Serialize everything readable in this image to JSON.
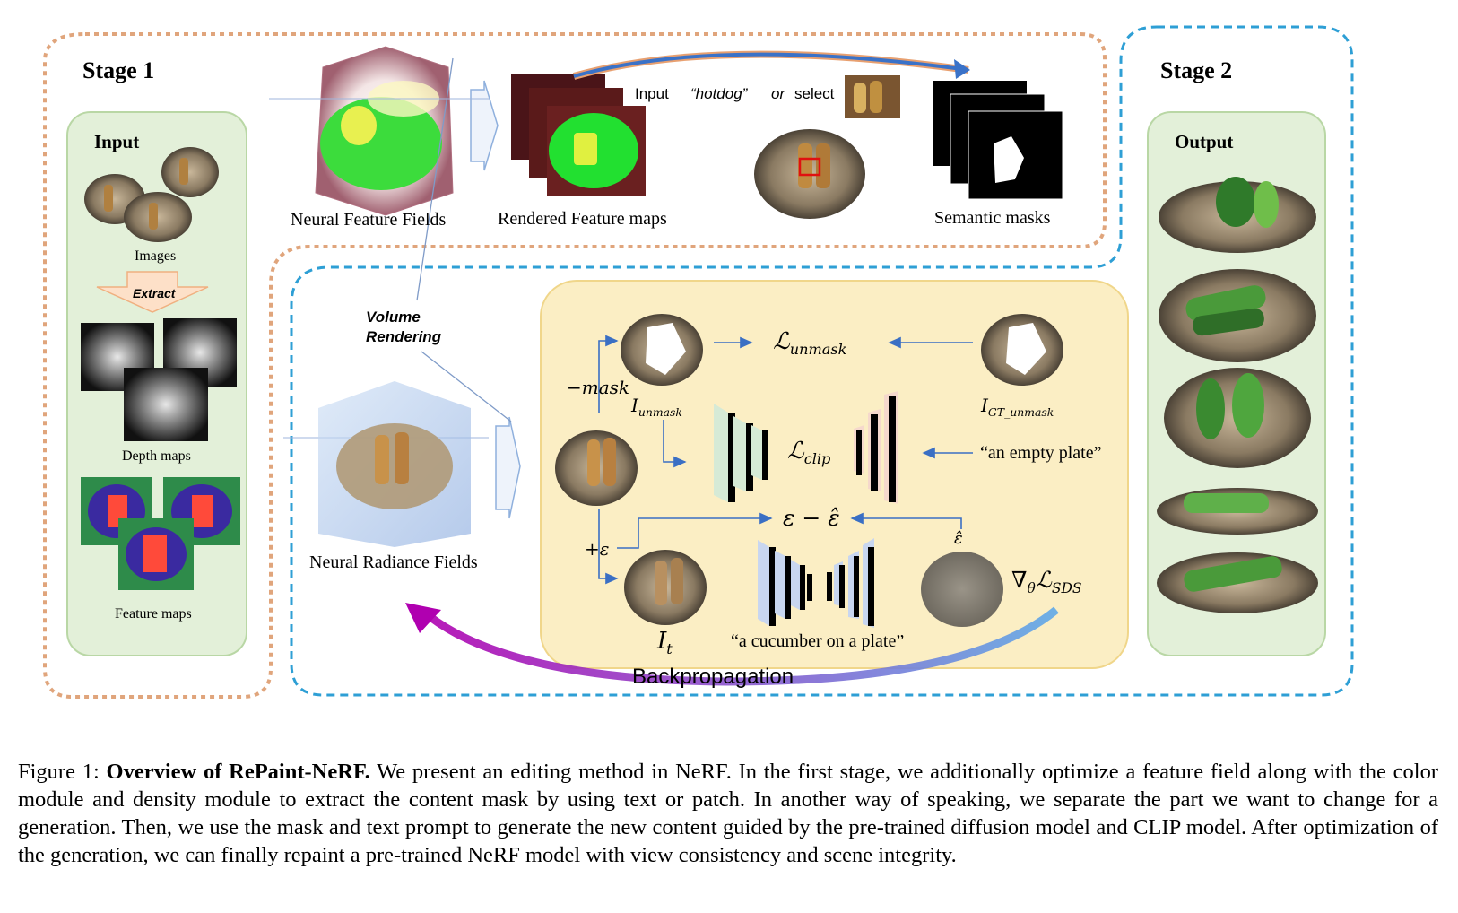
{
  "stage1": {
    "title": "Stage 1",
    "input_title": "Input",
    "images_label": "Images",
    "extract_label": "Extract",
    "depth_label": "Depth maps",
    "feature_label": "Feature maps",
    "nff_label": "Neural Feature Fields",
    "rendered_label": "Rendered Feature maps",
    "input_word": "Input",
    "hotdog": "“hotdog”",
    "or_word": "or",
    "select_word": "select",
    "semantic_label": "Semantic masks",
    "volume_rendering": "Volume\nRendering",
    "nerf_label": "Neural Radiance Fields"
  },
  "stage2": {
    "title": "Stage 2",
    "output_title": "Output",
    "minus_mask": "−mask",
    "plus_eps": "+ε",
    "l_unmask": "ℒ",
    "l_unmask_sub": "unmask",
    "l_clip": "ℒ",
    "l_clip_sub": "clip",
    "i_unmask": "I",
    "i_unmask_sub": "unmask",
    "i_gt": "I",
    "i_gt_sub": "GT_unmask",
    "empty_plate": "“an empty plate”",
    "eps_diff": "ε − ε̂",
    "eps_hat": "ε̂",
    "grad_sds": "∇",
    "grad_sds_theta": "θ",
    "grad_sds_l": "ℒ",
    "grad_sds_sub": "SDS",
    "i_t": "I",
    "i_t_sub": "t",
    "cucumber": "“a cucumber on a plate”",
    "backprop": "Backpropagation"
  },
  "colors": {
    "orange_dash": "#e0a57c",
    "blue_dash": "#2e9fd5",
    "green_panel": "#e3f0d9",
    "yellow_panel": "#fbeec4",
    "magenta": "#c000c0"
  },
  "caption": {
    "prefix": "Figure 1:",
    "title": "Overview of RePaint-NeRF.",
    "body": "We present an editing method in NeRF. In the first stage, we additionally optimize a feature field along with the color module and density module to extract the content mask by using text or patch. In another way of speaking, we separate the part we want to change for a generation. Then, we use the mask and text prompt to generate the new content guided by the pre-trained diffusion model and CLIP model. After optimization of the generation, we can finally repaint a pre-trained NeRF model with view consistency and scene integrity."
  }
}
